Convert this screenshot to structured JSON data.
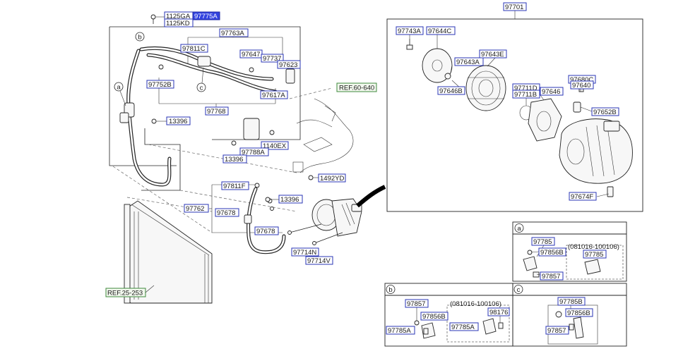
{
  "labels": {
    "l_1125ga": "1125GA",
    "l_1125kd": "1125KD",
    "l_97775a": "97775A",
    "l_97763a": "97763A",
    "l_97811c": "97811C",
    "l_97647": "97647",
    "l_97737": "97737",
    "l_97623": "97623",
    "l_97752b": "97752B",
    "l_97617a": "97617A",
    "l_97768": "97768",
    "l_13396a": "13396",
    "l_13396b": "13396",
    "l_97788a": "97788A",
    "l_1140ex": "1140EX",
    "l_1492yd": "1492YD",
    "l_97811f": "97811F",
    "l_13396c": "13396",
    "l_97762": "97762",
    "l_97678a": "97678",
    "l_97678b": "97678",
    "l_97714n": "97714N",
    "l_97714v": "97714V",
    "l_97701": "97701",
    "l_97743a": "97743A",
    "l_97644c": "97644C",
    "l_97643a": "97643A",
    "l_97643e": "97643E",
    "l_97646b": "97646B",
    "l_97711d": "97711D",
    "l_97711b": "97711B",
    "l_97646": "97646",
    "l_97680c": "97680C",
    "l_97640": "97640",
    "l_97652b": "97652B",
    "l_97674f": "97674F",
    "a_97785": "97785",
    "a_97856b": "97856B",
    "a_97857": "97857",
    "a_97785b": "97785",
    "b_97857": "97857",
    "b_97856b": "97856B",
    "b_97785a": "97785A",
    "b_98176": "98176",
    "b_97785a2": "97785A",
    "c_97785b": "97785B",
    "c_97856b": "97856B",
    "c_97857": "97857"
  },
  "refs": {
    "ref_60_640": "REF.60-640",
    "ref_25_253": "REF.25-253"
  },
  "callouts": {
    "a": "a",
    "b": "b",
    "c": "c",
    "box_a": "a",
    "box_b": "b",
    "box_c": "c"
  },
  "notes": {
    "a_range": "(081016-100106)",
    "b_range": "(081016-100106)"
  },
  "colors": {
    "label_border": "#2a35b5",
    "selected_fill": "#3344e0",
    "ref_border": "#3f8a3c"
  },
  "selected_label": "97775A"
}
